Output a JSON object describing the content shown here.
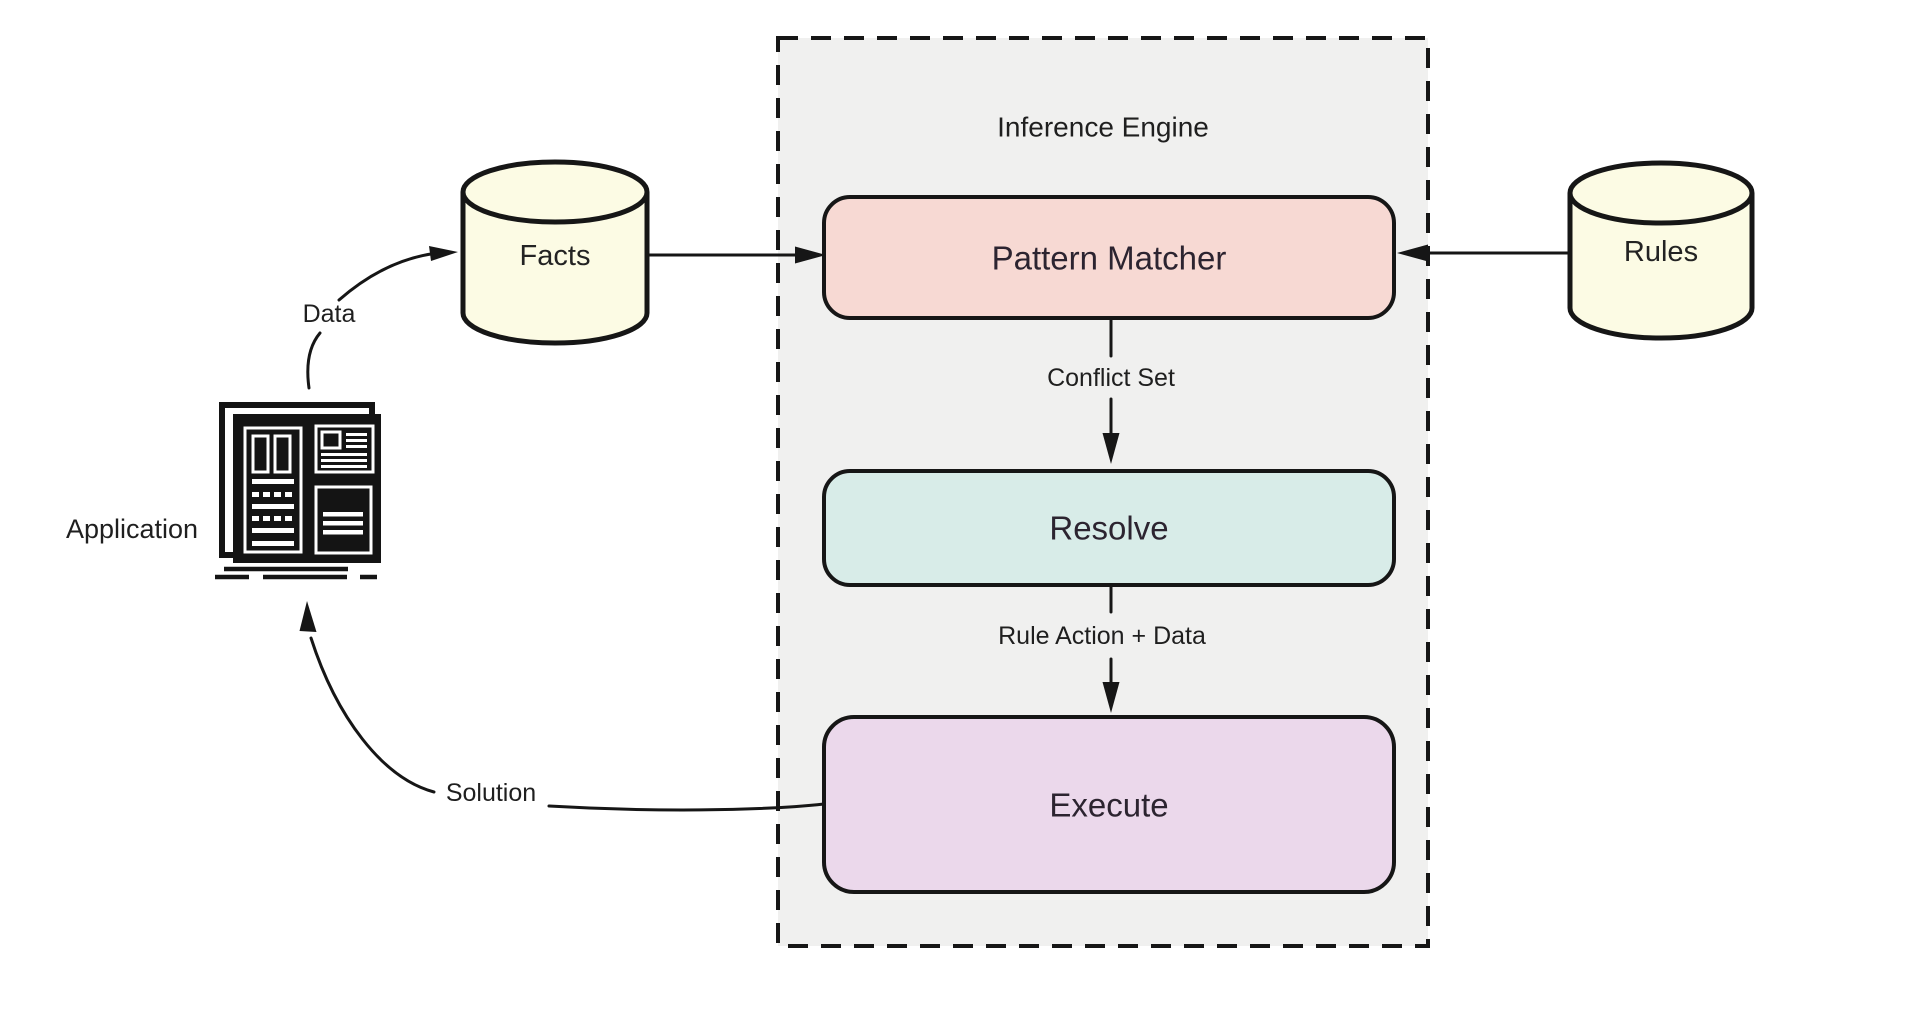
{
  "diagram": {
    "title": "Inference Engine",
    "nodes": {
      "pattern_matcher": {
        "label": "Pattern Matcher"
      },
      "resolve": {
        "label": "Resolve"
      },
      "execute": {
        "label": "Execute"
      },
      "facts": {
        "label": "Facts"
      },
      "rules": {
        "label": "Rules"
      },
      "application": {
        "label": "Application"
      }
    },
    "edge_labels": {
      "data": "Data",
      "conflict_set": "Conflict Set",
      "rule_action": "Rule Action + Data",
      "solution": "Solution"
    },
    "colors": {
      "canvas_bg": "#ffffff",
      "container_fill": "#f0f0ef",
      "container_border": "#161616",
      "pattern_matcher_fill": "#f7d9d3",
      "resolve_fill": "#d8ece8",
      "execute_fill": "#ebd8eb",
      "datastore_fill": "#fcfbe4",
      "node_border": "#161616",
      "line_color": "#161616",
      "text_color": "#272727"
    }
  }
}
